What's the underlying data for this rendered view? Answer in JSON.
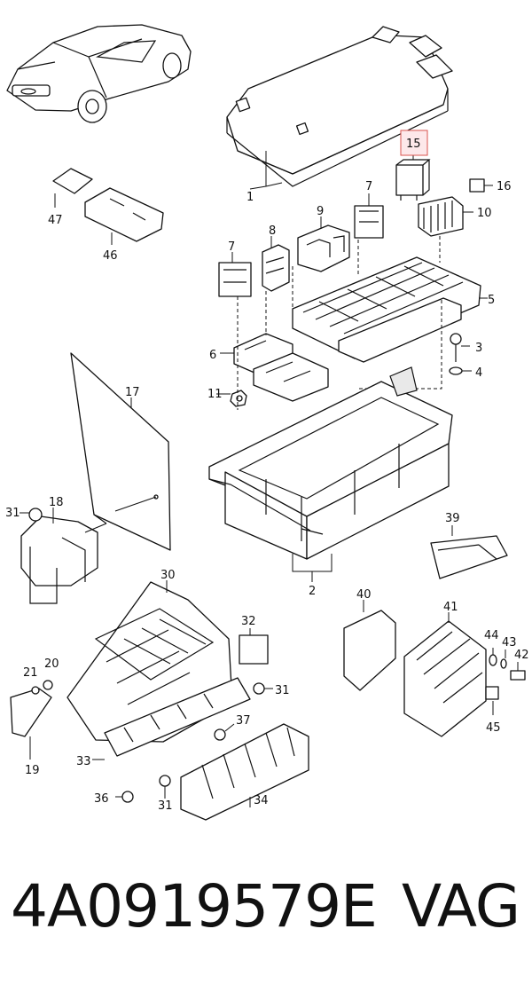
{
  "callouts": {
    "c1": "1",
    "c2": "2",
    "c3": "3",
    "c4": "4",
    "c5": "5",
    "c6": "6",
    "c7a": "7",
    "c7b": "7",
    "c8": "8",
    "c9": "9",
    "c10": "10",
    "c11": "11",
    "c15": "15",
    "c16": "16",
    "c17": "17",
    "c18": "18",
    "c19": "19",
    "c20": "20",
    "c21": "21",
    "c30": "30",
    "c31a": "31",
    "c31b": "31",
    "c31c": "31",
    "c32": "32",
    "c33": "33",
    "c34": "34",
    "c36": "36",
    "c37": "37",
    "c39": "39",
    "c40": "40",
    "c41": "41",
    "c42": "42",
    "c43": "43",
    "c44": "44",
    "c45": "45",
    "c46": "46",
    "c47": "47"
  },
  "highlighted_callout": "15",
  "colors": {
    "highlight_border": "#d9534f",
    "highlight_fill": "#fde8ea",
    "ink": "#111111"
  },
  "footer": {
    "part_number": "4A0919579E",
    "brand": "VAG"
  }
}
